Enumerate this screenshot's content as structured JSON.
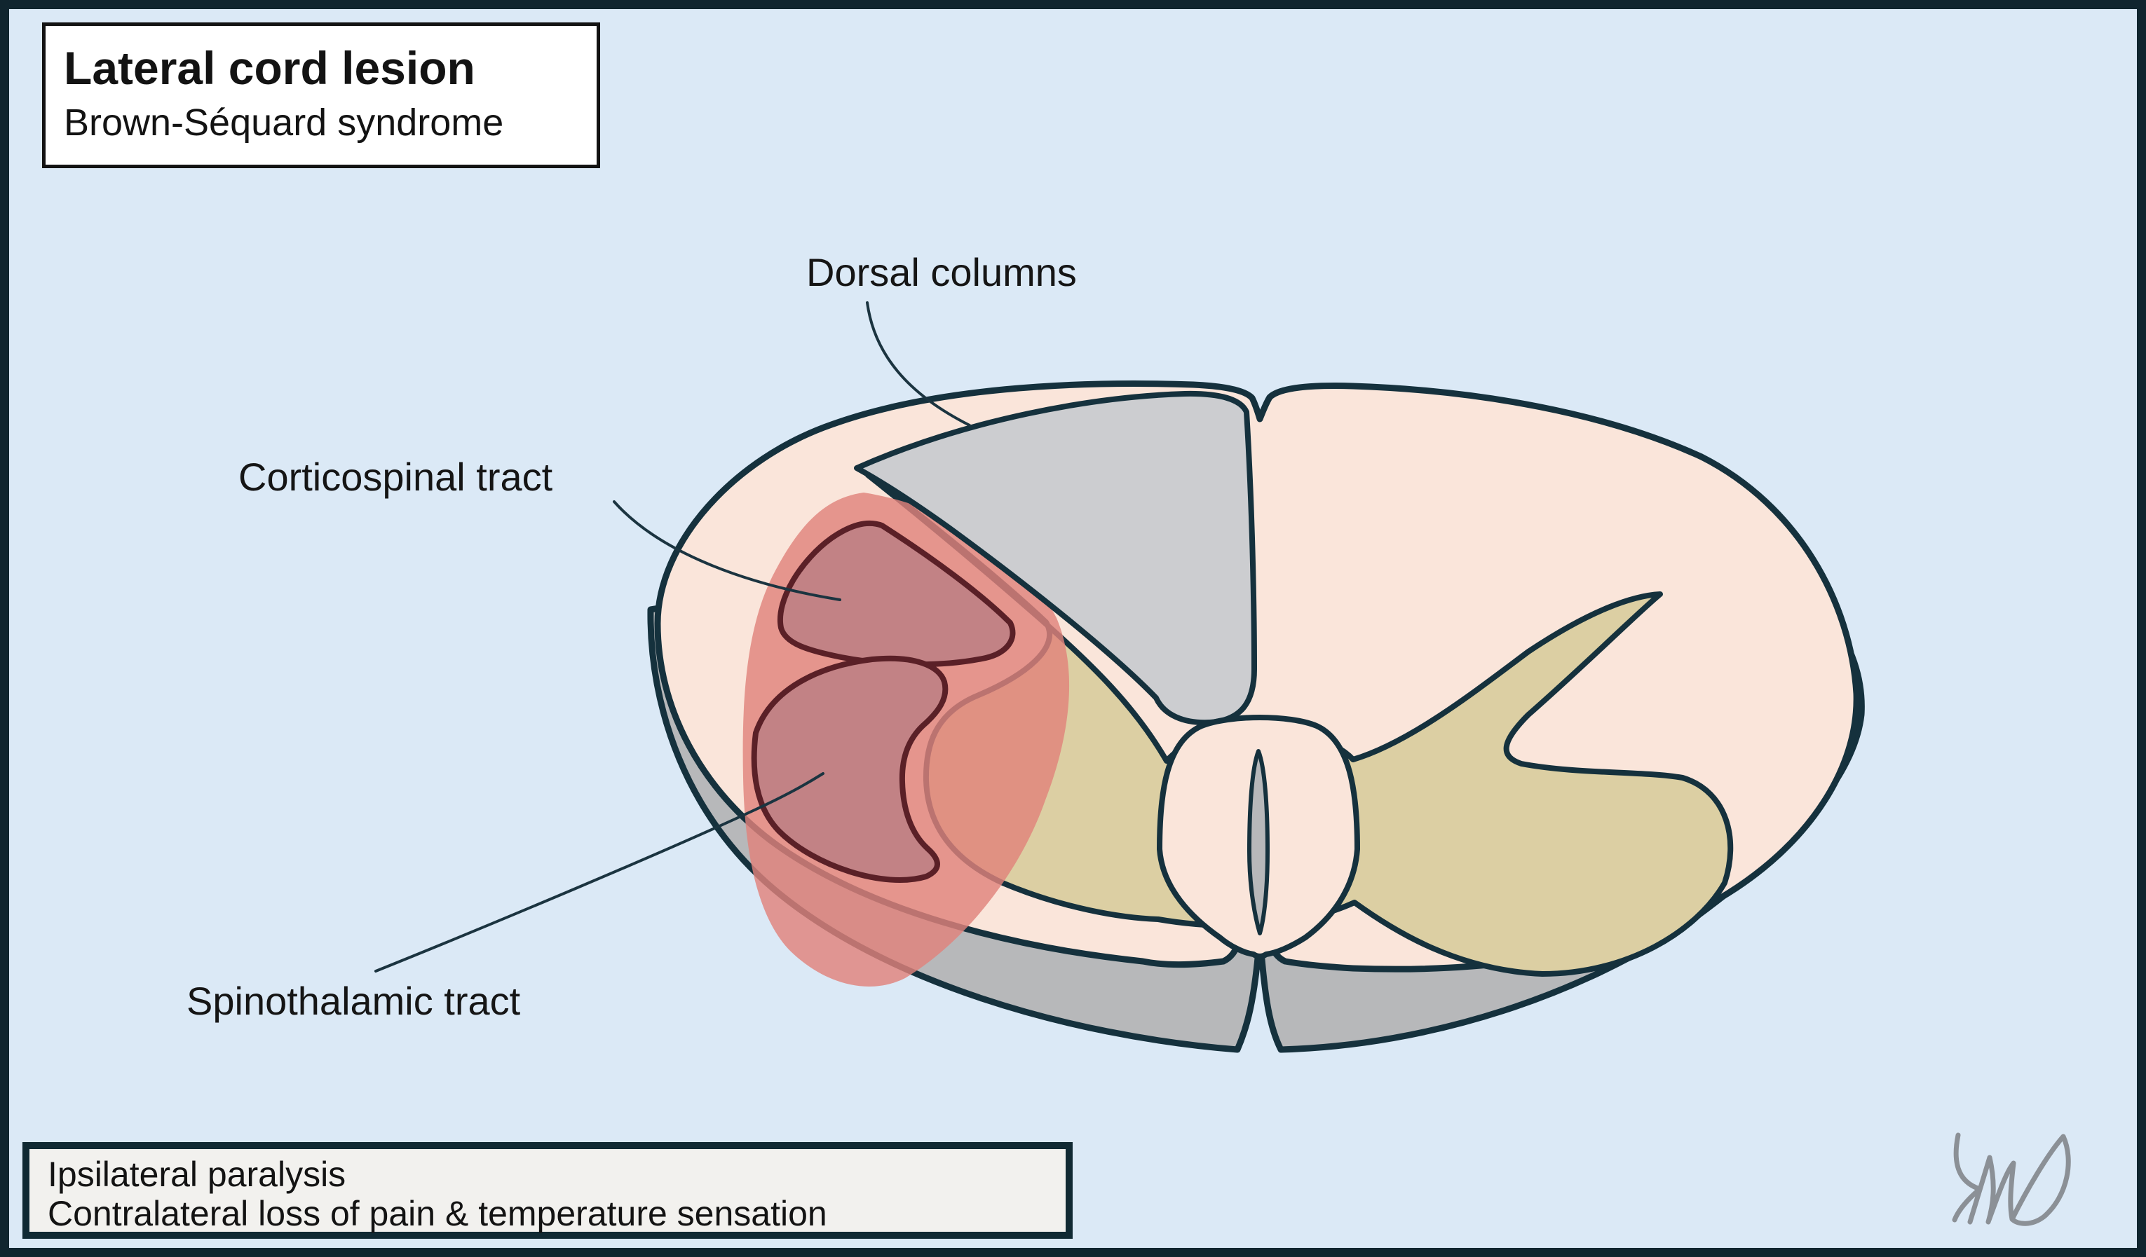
{
  "header": {
    "title": "Lateral cord lesion",
    "subtitle": "Brown-Séquard syndrome"
  },
  "figure": {
    "labels": {
      "dorsal_columns": "Dorsal columns",
      "corticospinal_tract": "Corticospinal tract",
      "spinothalamic_tract": "Spinothalamic tract"
    }
  },
  "findings": {
    "line1": "Ipsilateral paralysis",
    "line2": "Contralateral loss of pain & temperature sensation"
  },
  "colors": {
    "background": "#dbe9f6",
    "frame": "#10252f",
    "outline": "#15313d",
    "white_matter": "#fae5da",
    "gray_matter": "#dccfa3",
    "dorsal_column_gray": "#cccdd0",
    "cord_base_gray": "#b7b8ba",
    "lesion": "#e0837b",
    "tract_fill": "#c28285",
    "tract_outline": "#5a2027",
    "leader_line": "#1b3440",
    "title_box_bg": "#ffffff",
    "title_box_border": "#131313",
    "findings_box_bg": "#f2f1ee",
    "findings_box_border": "#112a33",
    "text": "#131313",
    "signature": "#8b9096"
  }
}
